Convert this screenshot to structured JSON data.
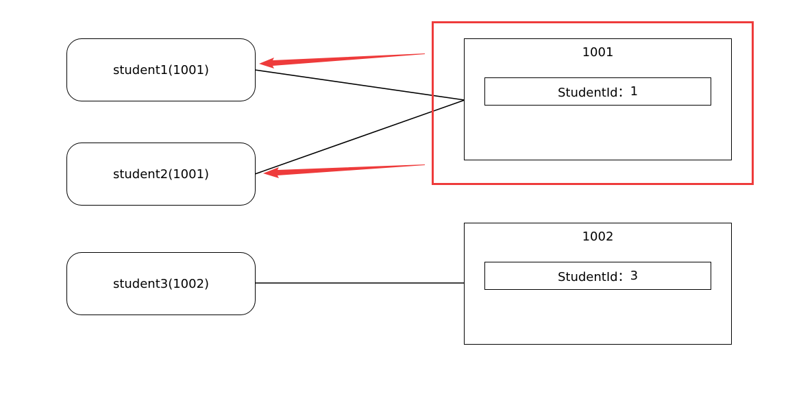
{
  "references": [
    {
      "label": "student1(1001)"
    },
    {
      "label": "student2(1001)"
    },
    {
      "label": "student3(1002)"
    }
  ],
  "objects": [
    {
      "title": "1001",
      "field_label": "StudentId：",
      "field_value": "1"
    },
    {
      "title": "1002",
      "field_label": "StudentId：",
      "field_value": "3"
    }
  ],
  "colors": {
    "highlight": "#ee3b3b",
    "arrow": "#ee3b3b",
    "line": "#000000"
  }
}
